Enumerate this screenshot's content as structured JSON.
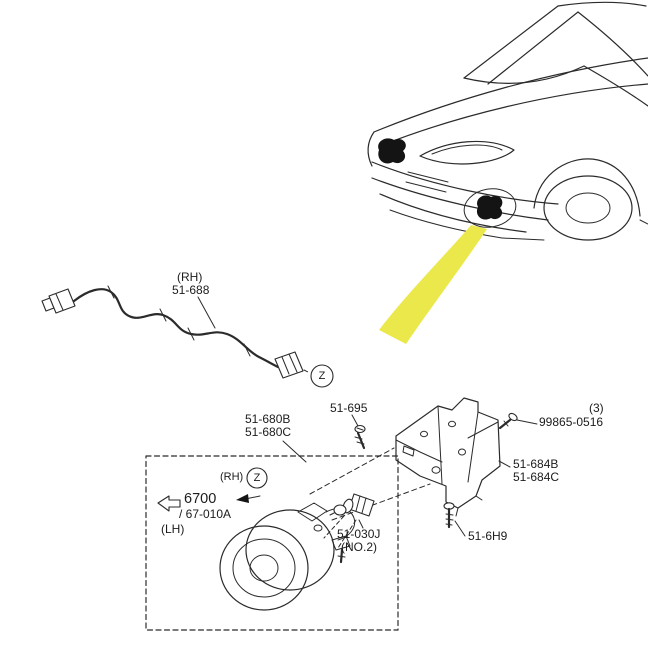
{
  "colors": {
    "line": "#2b2b2b",
    "highlight": "#ebe84b"
  },
  "harness": {
    "side_label": "(RH)",
    "part_number": "51-688",
    "zone_marker": "Z"
  },
  "bracket": {
    "screw_part": "51-695",
    "clip_qty": "(3)",
    "clip_part": "99865-0516",
    "part_number_b": "51-684B",
    "part_number_c": "51-684C",
    "bolt_part": "51-6H9"
  },
  "fog_lamp": {
    "part_number_b": "51-680B",
    "part_number_c": "51-680C",
    "side_label": "(RH)",
    "zone_marker": "Z",
    "catalog_ref": "6700",
    "catalog_section": "/ 67-010A",
    "opposite_side": "(LH)",
    "bulb_part": "51-030J",
    "bulb_position": "(NO.2)"
  }
}
